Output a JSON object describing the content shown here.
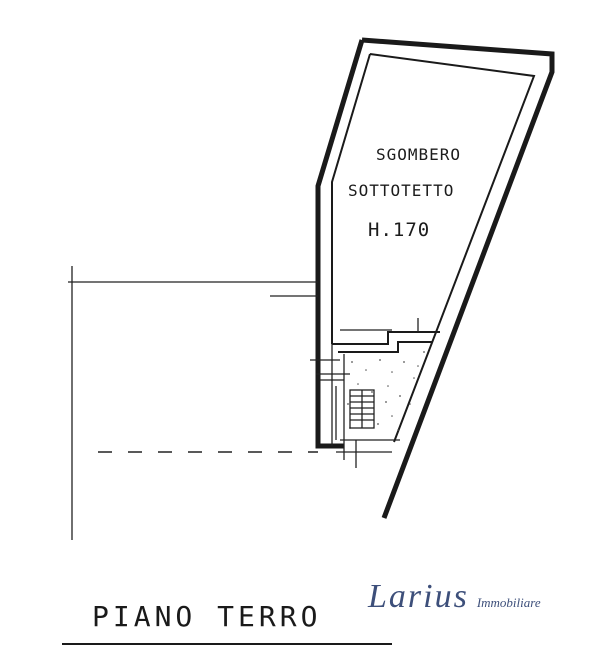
{
  "room": {
    "line1": "SGOMBERO",
    "line2": "SOTTOTETTO",
    "height": "H.170"
  },
  "floor": {
    "title": "PIANO TERRO"
  },
  "brand": {
    "name": "Larius",
    "subtitle": "Immobiliare"
  }
}
